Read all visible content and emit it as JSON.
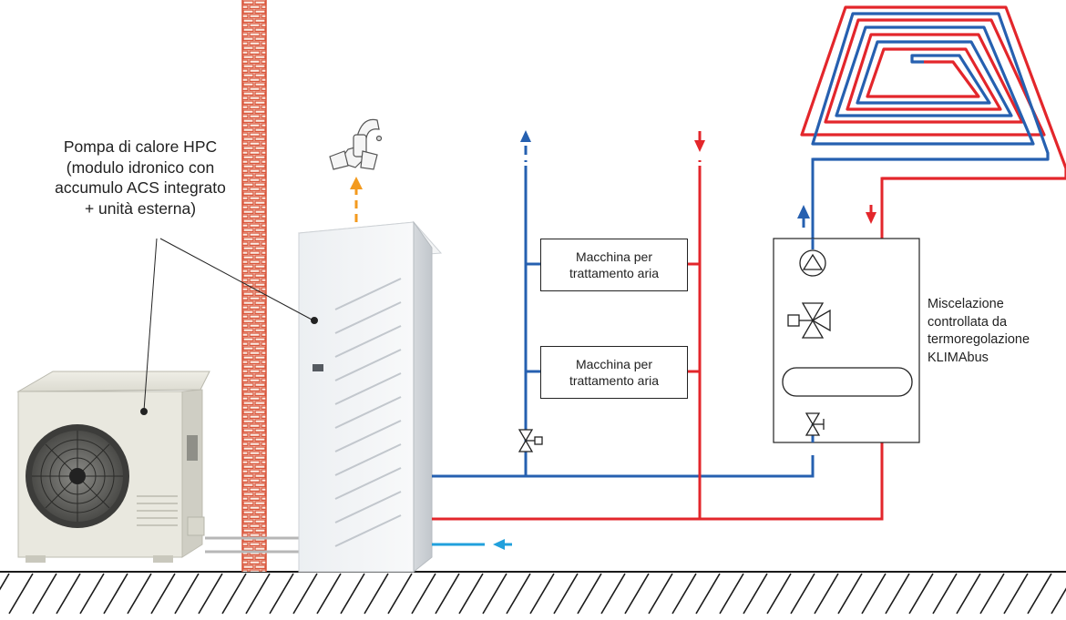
{
  "hpc_label": {
    "lines": [
      "Pompa di calore HPC",
      "(modulo idronico con",
      "accumulo ACS integrato",
      "+ unità esterna)"
    ]
  },
  "air_units": [
    {
      "lines": [
        "Macchina per",
        "trattamento aria"
      ]
    },
    {
      "lines": [
        "Macchina per",
        "trattamento aria"
      ]
    }
  ],
  "mixing_label": {
    "lines": [
      "Miscelazione",
      "controllata da",
      "termoregolazione",
      "KLIMAbus"
    ]
  },
  "colors": {
    "hot": "#e3262b",
    "cold": "#2660b0",
    "dhw": "#f39a1e",
    "return_arrow": "#21a0dc",
    "brick": "#d9553a",
    "refrigerant_pipe": "#b7b7b7"
  }
}
